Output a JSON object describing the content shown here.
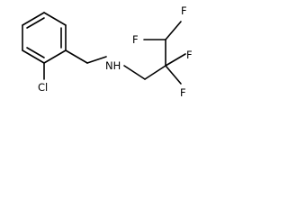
{
  "molecule": {
    "atom_labels": {
      "chlorine": "Cl",
      "amine": "NH",
      "fluorine_top_right": "F",
      "fluorine_top_left": "F",
      "fluorine_right": "F",
      "fluorine_bottom": "F"
    },
    "colors": {
      "bond": "#000000",
      "label": "#000000",
      "background": "#ffffff"
    }
  }
}
